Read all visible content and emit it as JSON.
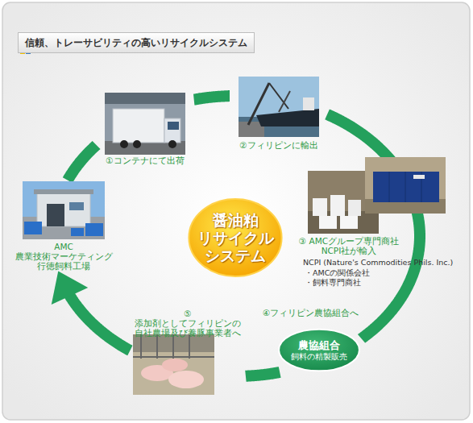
{
  "diagram": {
    "title": "信頼、トレーサビリティの高いリサイクルシステム",
    "nodes": [
      {
        "text": [
          "AMC 農業技術マーケティング 行徳飼料工場"
        ]
      },
      {
        "text": [
          "①コンテナにて出荷"
        ]
      },
      {
        "text": [
          "②フィリピンに輸出"
        ]
      },
      {
        "text": [
          "③ AMCグループ専門商社 NCPI社が輸入"
        ]
      },
      {
        "text": [
          "農協組合",
          "飼料の精製販売"
        ]
      },
      {
        "text": [
          "⑤ 添加剤としてフィリピンの 自社農場及び養豚事業者へ"
        ]
      },
      {
        "text": [
          "醤油粕 リサイクル システム"
        ]
      }
    ],
    "edges": [
      {
        "from": 0,
        "to": 1,
        "arrow": "none"
      },
      {
        "from": 1,
        "to": 2,
        "arrow": "none"
      },
      {
        "from": 2,
        "to": 3,
        "arrow": "none"
      },
      {
        "from": 3,
        "to": 4,
        "label": "④フィリピン農協組合へ",
        "arrow": "none"
      },
      {
        "from": 4,
        "to": 5,
        "arrow": "none"
      },
      {
        "from": 5,
        "to": 0,
        "arrow": "to"
      }
    ],
    "labels": [
      "NCPI (Nature's Commodities Phils. Inc.)",
      "・AMCの関係会社",
      "・飼料専門商社"
    ]
  }
}
